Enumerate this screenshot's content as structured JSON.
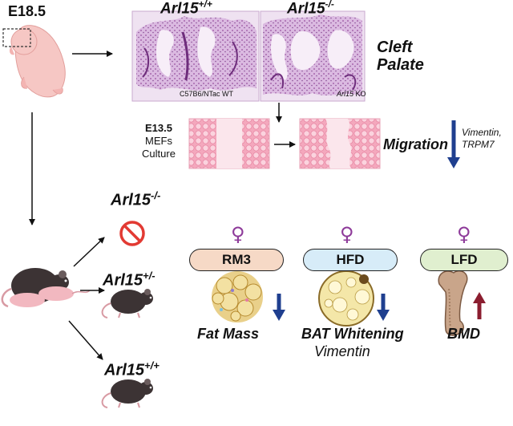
{
  "embryo_stage": "E18.5",
  "histology": {
    "wt_gene": "Arl15",
    "wt_sup": "+/+",
    "ko_gene": "Arl15",
    "ko_sup": "-/-",
    "wt_caption": "C57B6/NTac WT",
    "ko_caption_gene": "Arl15",
    "ko_caption_suffix": " KO",
    "phenotype_line1": "Cleft",
    "phenotype_line2": "Palate"
  },
  "culture": {
    "line1": "E13.5",
    "line2": "MEFs",
    "line3": "Culture",
    "result": "Migration",
    "genes_line1": "Vimentin,",
    "genes_line2": "TRPM7"
  },
  "genotypes": {
    "null_gene": "Arl15",
    "null_sup": "-/-",
    "het_gene": "Arl15",
    "het_sup": "+/-",
    "wt_gene": "Arl15",
    "wt_sup": "+/+"
  },
  "diets": [
    {
      "label": "RM3",
      "fill": "#f6d9c6",
      "sex": "♀",
      "outcome": "Fat Mass",
      "outcome2": "",
      "direction": "down",
      "arrow_color": "#1f3f8f"
    },
    {
      "label": "HFD",
      "fill": "#d7ecf8",
      "sex": "♀",
      "outcome": "BAT Whitening",
      "outcome2": "Vimentin",
      "direction": "down",
      "arrow_color": "#1f3f8f"
    },
    {
      "label": "LFD",
      "fill": "#e0efcf",
      "sex": "♀",
      "outcome": "BMD",
      "outcome2": "",
      "direction": "up",
      "arrow_color": "#8b1d2f"
    }
  ],
  "colors": {
    "histology_pink": "#b46fb6",
    "cell_pink": "#ef9bb2",
    "mouse_dark": "#3c3334",
    "mouse_pink": "#f2b8c0",
    "forbidden_red": "#e23a33",
    "arrow_blue": "#1f3f8f",
    "arrow_red": "#8b1d2f"
  }
}
